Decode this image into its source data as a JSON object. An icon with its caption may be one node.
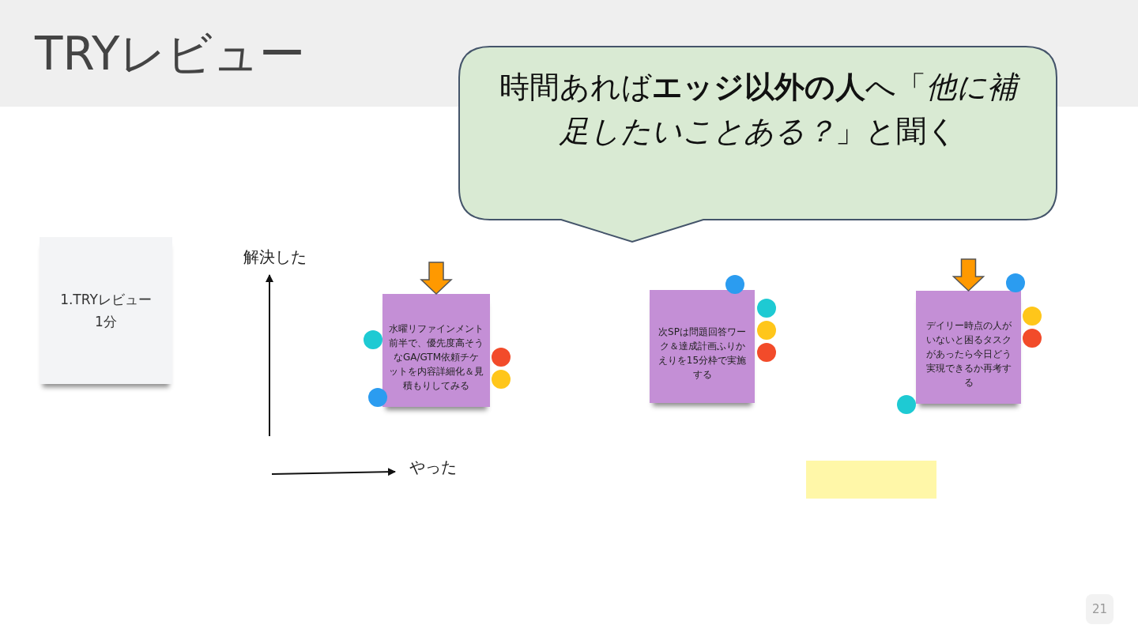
{
  "diagram": {
    "title": "TRYレビュー",
    "nodes": [
      {
        "text": [
          "1.TRYレビュー",
          "1分"
        ]
      },
      {
        "text": [
          "時間あれば**エッジ以外の人**へ「*他に補足したいことある？*」と聞く"
        ]
      },
      {
        "text": [
          "水曜リファインメント前半で、優先度高そうなGA/GTM依頼チケットを内容詳細化＆見積もりしてみる"
        ]
      },
      {
        "text": [
          "次SPは問題回答ワーク＆達成計画ふりかえりを15分枠で実施する"
        ]
      },
      {
        "text": [
          "デイリー時点の人がいないと困るタスクがあったら今日どう実現できるか再考する"
        ]
      },
      {
        "text": [],
        "shape": "box"
      }
    ],
    "edges": [
      {
        "from": null,
        "to": 2,
        "arrow": "to"
      },
      {
        "from": null,
        "to": 4,
        "arrow": "to"
      }
    ],
    "labels": [
      "解決した",
      "やった",
      "21"
    ]
  }
}
